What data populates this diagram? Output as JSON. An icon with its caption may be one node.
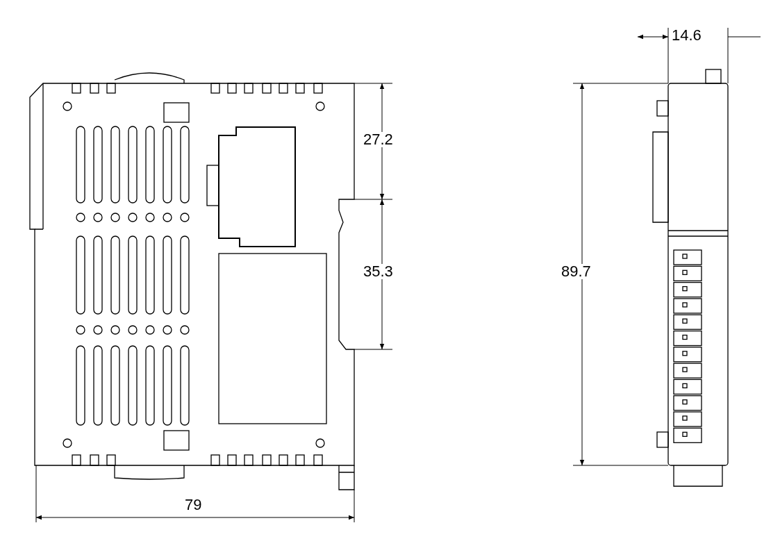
{
  "diagram": {
    "labels": [
      "14.6",
      "27.2",
      "35.3",
      "89.7",
      "79"
    ]
  }
}
